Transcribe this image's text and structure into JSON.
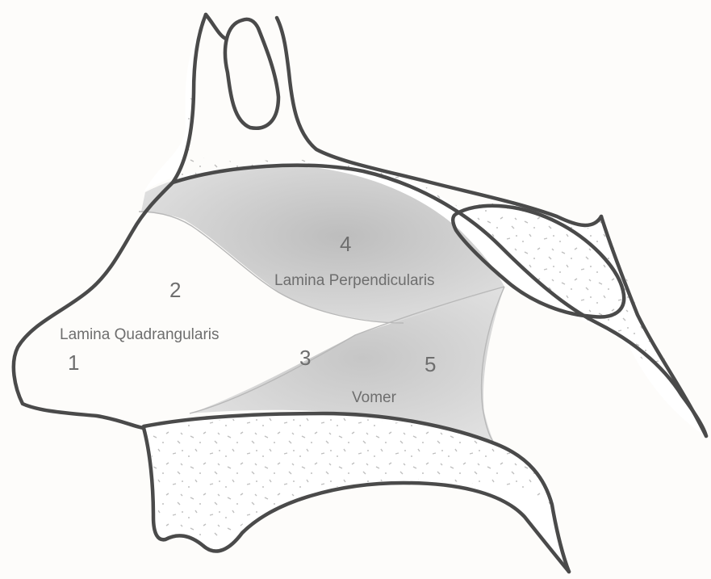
{
  "regions": [
    {
      "number": "1"
    },
    {
      "number": "2",
      "name": "Lamina Quadrangularis"
    },
    {
      "number": "3"
    },
    {
      "number": "4",
      "name": "Lamina Perpendicularis"
    },
    {
      "number": "5",
      "name": "Vomer"
    }
  ],
  "colors": {
    "outline": "#4a4a4a",
    "shading": "#cfcfcf",
    "text": "#6e6e6e",
    "paper": "#fdfcfa"
  }
}
